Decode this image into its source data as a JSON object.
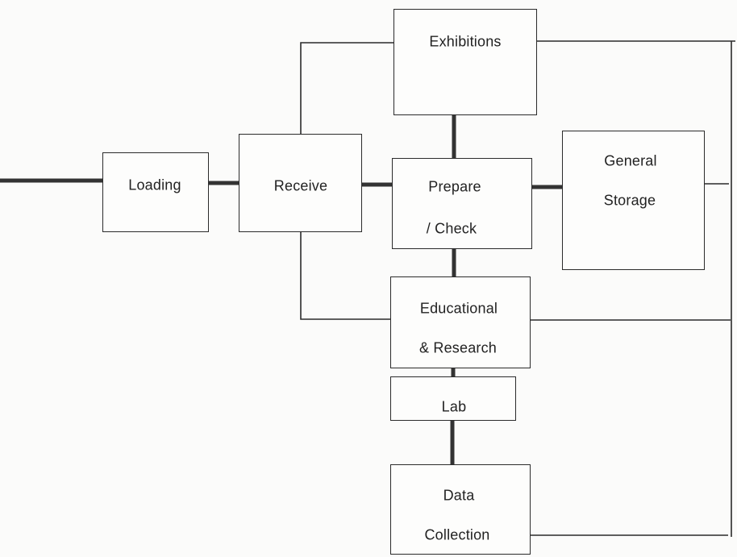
{
  "diagram": {
    "nodes": [
      {
        "id": "exhibitions",
        "lines": [
          "Exhibitions"
        ]
      },
      {
        "id": "loading",
        "lines": [
          "Loading"
        ]
      },
      {
        "id": "receive",
        "lines": [
          "Receive"
        ]
      },
      {
        "id": "prepare-check",
        "lines": [
          "Prepare",
          "/ Check"
        ]
      },
      {
        "id": "general-storage",
        "lines": [
          "General",
          "Storage"
        ]
      },
      {
        "id": "educational-research",
        "lines": [
          "Educational",
          "& Research"
        ]
      },
      {
        "id": "lab",
        "lines": [
          "Lab"
        ]
      },
      {
        "id": "data-collection",
        "lines": [
          "Data",
          "Collection"
        ]
      }
    ],
    "primary_links": [
      [
        "entry",
        "loading"
      ],
      [
        "loading",
        "receive"
      ],
      [
        "receive",
        "prepare-check"
      ],
      [
        "prepare-check",
        "exhibitions"
      ],
      [
        "prepare-check",
        "general-storage"
      ],
      [
        "prepare-check",
        "educational-research"
      ],
      [
        "educational-research",
        "lab"
      ],
      [
        "lab",
        "data-collection"
      ]
    ],
    "secondary_links": [
      [
        "receive",
        "exhibitions"
      ],
      [
        "receive",
        "educational-research"
      ],
      [
        "exhibitions",
        "right-bus"
      ],
      [
        "general-storage",
        "right-bus"
      ],
      [
        "educational-research",
        "right-bus"
      ],
      [
        "data-collection",
        "right-bus"
      ]
    ],
    "colors": {
      "line": "#2b2b2b",
      "thick_line": "#333333",
      "box_border": "#2b2b2b",
      "text": "#222222"
    }
  }
}
